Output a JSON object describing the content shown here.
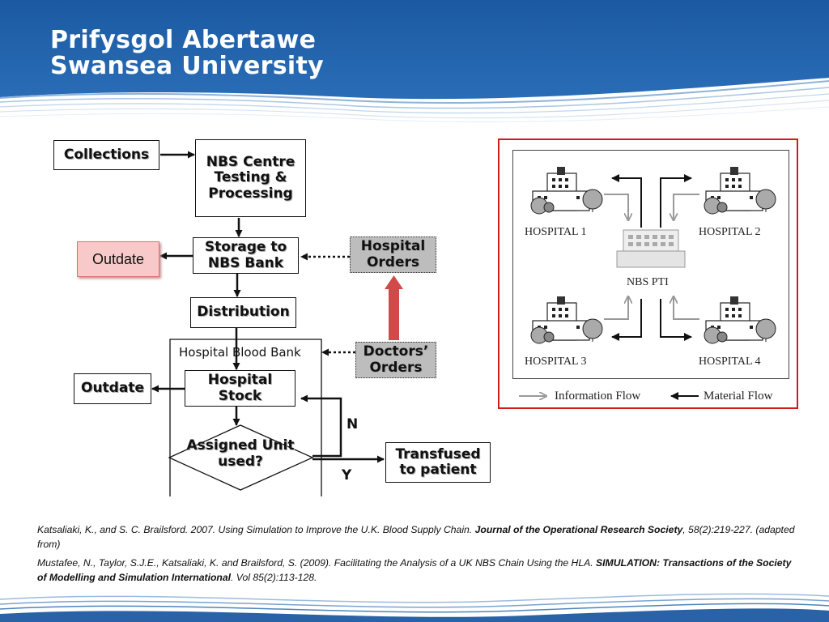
{
  "header": {
    "line1": "Prifysgol Abertawe",
    "line2": "Swansea University"
  },
  "colors": {
    "header_blue": "#1f5fa6",
    "arrow_red": "#d04a4a",
    "panel_border": "#d21c1c",
    "outdate_fill": "#f8c9c9"
  },
  "flowchart": {
    "collections": "Collections",
    "nbs_centre": "NBS Centre Testing & Processing",
    "storage": "Storage to NBS Bank",
    "outdate_top": "Outdate",
    "hospital_orders": "Hospital Orders",
    "distribution": "Distribution",
    "hospital_blood_bank": "Hospital  Blood Bank",
    "doctors_orders": "Doctors’ Orders",
    "outdate_bottom": "Outdate",
    "hospital_stock": "Hospital Stock",
    "assigned_unit": "Assigned Unit used?",
    "no_label": "N",
    "yes_label": "Y",
    "transfused": "Transfused to patient"
  },
  "nbs_diagram": {
    "hospital_1": "HOSPITAL 1",
    "hospital_2": "HOSPITAL 2",
    "hospital_3": "HOSPITAL 3",
    "hospital_4": "HOSPITAL 4",
    "centre": "NBS PTI",
    "legend_info": "Information Flow",
    "legend_material": "Material Flow"
  },
  "references": {
    "ref1_pre": "Katsaliaki, K., and S. C. Brailsford. 2007. Using Simulation to Improve the U.K. Blood Supply Chain. ",
    "ref1_journal": "Journal of the Operational Research Society",
    "ref1_post": ", 58(2):219-227. (adapted from)",
    "ref2_pre": "Mustafee, N., Taylor, S.J.E., Katsaliaki, K. and Brailsford, S. (2009). Facilitating the Analysis of a UK NBS Chain Using the HLA. ",
    "ref2_journal": "SIMULATION: Transactions of the Society of Modelling and Simulation International",
    "ref2_post": ". Vol 85(2):113-128."
  }
}
